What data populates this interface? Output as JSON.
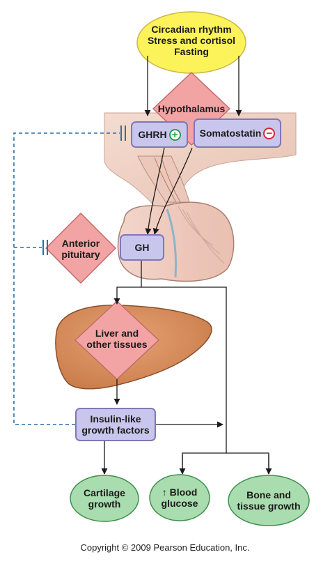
{
  "stimuli": {
    "line1": "Circadian rhythm",
    "line2": "Stress and cortisol",
    "line3": "Fasting"
  },
  "hypothalamus": {
    "label": "Hypothalamus"
  },
  "ghrh": {
    "label": "GHRH",
    "sign": "+"
  },
  "somatostatin": {
    "label": "Somatostatin",
    "sign": "−"
  },
  "anterior_pituitary": {
    "line1": "Anterior",
    "line2": "pituitary"
  },
  "gh": {
    "label": "GH"
  },
  "liver": {
    "line1": "Liver and",
    "line2": "other tissues"
  },
  "igf": {
    "line1": "Insulin-like",
    "line2": "growth factors"
  },
  "effects": {
    "cartilage": {
      "line1": "Cartilage",
      "line2": "growth"
    },
    "blood_glucose": {
      "arrow": "↑",
      "line1": "Blood",
      "line2": "glucose"
    },
    "bone_tissue": {
      "line1": "Bone and",
      "line2": "tissue growth"
    }
  },
  "copyright": "Copyright © 2009 Pearson Education, Inc.",
  "colors": {
    "stimuli_fill": "#fcf25a",
    "pink_diamond": "#f2a3a3",
    "purple_box": "#c8c6ec",
    "green_oval": "#a9dcae",
    "liver": "#d48c5c",
    "plus_sign": "#22a04a",
    "minus_sign": "#d42b36",
    "feedback_line": "#2a6fa8"
  }
}
